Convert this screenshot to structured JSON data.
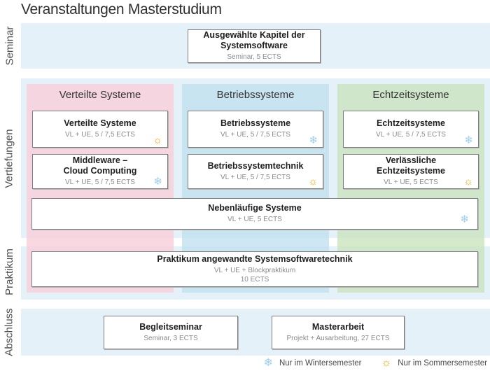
{
  "title": "Veranstaltungen Masterstudium",
  "side_labels": {
    "seminar": "Seminar",
    "vertiefungen": "Vertiefungen",
    "praktikum": "Praktikum",
    "abschluss": "Abschluss"
  },
  "seminar": {
    "course": {
      "title": "Ausgewählte Kapitel der\nSystemsoftware",
      "sub": "Seminar, 5 ECTS"
    }
  },
  "tracks": [
    {
      "heading": "Verteilte Systeme",
      "courses": [
        {
          "title": "Verteilte Systeme",
          "sub": "VL + UE, 5 / 7,5 ECTS",
          "semester": "summer"
        },
        {
          "title": "Middleware –\nCloud Computing",
          "sub": "VL + UE, 5 / 7,5 ECTS",
          "semester": "winter"
        }
      ]
    },
    {
      "heading": "Betriebssysteme",
      "courses": [
        {
          "title": "Betriebssysteme",
          "sub": "VL + UE, 5 / 7,5 ECTS",
          "semester": "winter"
        },
        {
          "title": "Betriebssystemtechnik",
          "sub": "VL + UE, 5 / 7,5 ECTS",
          "semester": "summer"
        }
      ]
    },
    {
      "heading": "Echtzeitsysteme",
      "courses": [
        {
          "title": "Echtzeitsysteme",
          "sub": "VL + UE, 5 / 7,5 ECTS",
          "semester": "winter"
        },
        {
          "title": "Verlässliche\nEchtzeitsysteme",
          "sub": "VL + UE, 5 ECTS",
          "semester": "summer"
        }
      ]
    }
  ],
  "spanning_course": {
    "title": "Nebenläufige Systeme",
    "sub": "VL + UE, 5 ECTS",
    "semester": "winter"
  },
  "praktikum_course": {
    "title": "Praktikum angewandte Systemsoftwaretechnik",
    "sub": "VL + UE + Blockpraktikum\n10 ECTS"
  },
  "abschluss_courses": [
    {
      "title": "Begleitseminar",
      "sub": "Seminar, 3 ECTS"
    },
    {
      "title": "Masterarbeit",
      "sub": "Projekt + Ausarbeitung, 27 ECTS"
    }
  ],
  "icons": {
    "winter": "❄",
    "summer": "☼"
  },
  "legend": {
    "winter": "Nur im Wintersemester",
    "summer": "Nur im Sommersemester"
  },
  "colors": {
    "band": "#e4f1f8",
    "track_pink": "#f9cdd8c7",
    "track_blue": "#c2e1efcc",
    "track_green": "#cae4becc",
    "winter_icon": "#9dcfee",
    "summer_icon": "#f5a70a"
  }
}
